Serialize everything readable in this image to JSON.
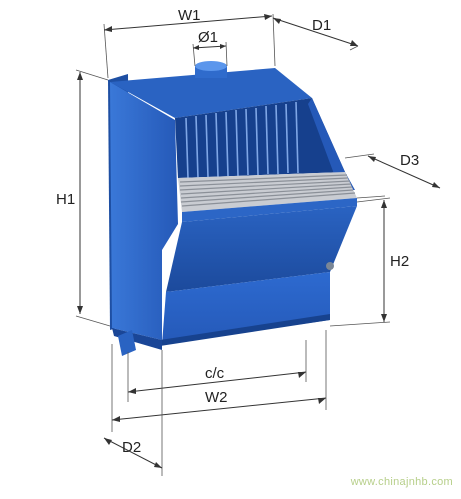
{
  "diagram": {
    "labels": {
      "w1": "W1",
      "phi1": "Ø1",
      "d1": "D1",
      "d3": "D3",
      "h1": "H1",
      "h2": "H2",
      "cc": "c/c",
      "w2": "W2",
      "d2": "D2"
    },
    "colors": {
      "body_front": "#2a66c8",
      "body_side": "#1e4fa3",
      "body_top": "#3d7fe0",
      "hood_dark": "#153d86",
      "grate": "#c9ccd2",
      "dim_line": "#333333"
    },
    "watermark": "www.chinajnhb.com"
  }
}
